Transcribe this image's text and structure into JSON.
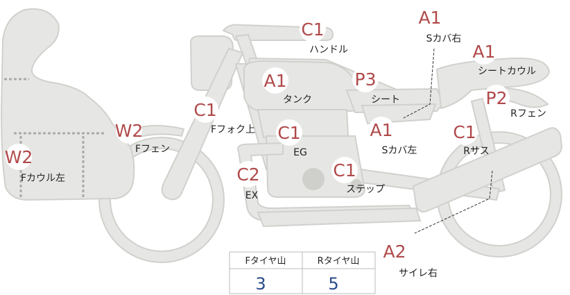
{
  "colors": {
    "body_fill": "#e6e6e4",
    "body_stroke": "#d0d0cd",
    "code_text": "#b0494a",
    "tread_value": "#2a4a8a",
    "table_border": "#bbbbbb"
  },
  "parts": [
    {
      "id": "handle",
      "code": "C1",
      "label": "ハンドル"
    },
    {
      "id": "s-cover-right",
      "code": "A1",
      "label": "Sカバ右"
    },
    {
      "id": "seat-cowl",
      "code": "A1",
      "label": "シートカウル"
    },
    {
      "id": "tank",
      "code": "A1",
      "label": "タンク"
    },
    {
      "id": "seat",
      "code": "P3",
      "label": "シート"
    },
    {
      "id": "r-fender",
      "code": "P2",
      "label": "Rフェン"
    },
    {
      "id": "f-fork-upper",
      "code": "C1",
      "label": "Fフォク上"
    },
    {
      "id": "f-fender",
      "code": "W2",
      "label": "Fフェン"
    },
    {
      "id": "engine",
      "code": "C1",
      "label": "EG"
    },
    {
      "id": "s-cover-left",
      "code": "A1",
      "label": "Sカバ左"
    },
    {
      "id": "r-suspension",
      "code": "C1",
      "label": "Rサス"
    },
    {
      "id": "f-cowl-left",
      "code": "W2",
      "label": "Fカウル左"
    },
    {
      "id": "exhaust",
      "code": "C2",
      "label": "EX"
    },
    {
      "id": "step",
      "code": "C1",
      "label": "ステップ"
    },
    {
      "id": "silencer-right",
      "code": "A2",
      "label": "サイレ右"
    }
  ],
  "tread": {
    "headers": [
      "Fタイヤ山",
      "Rタイヤ山"
    ],
    "values": [
      "3",
      "5"
    ]
  }
}
